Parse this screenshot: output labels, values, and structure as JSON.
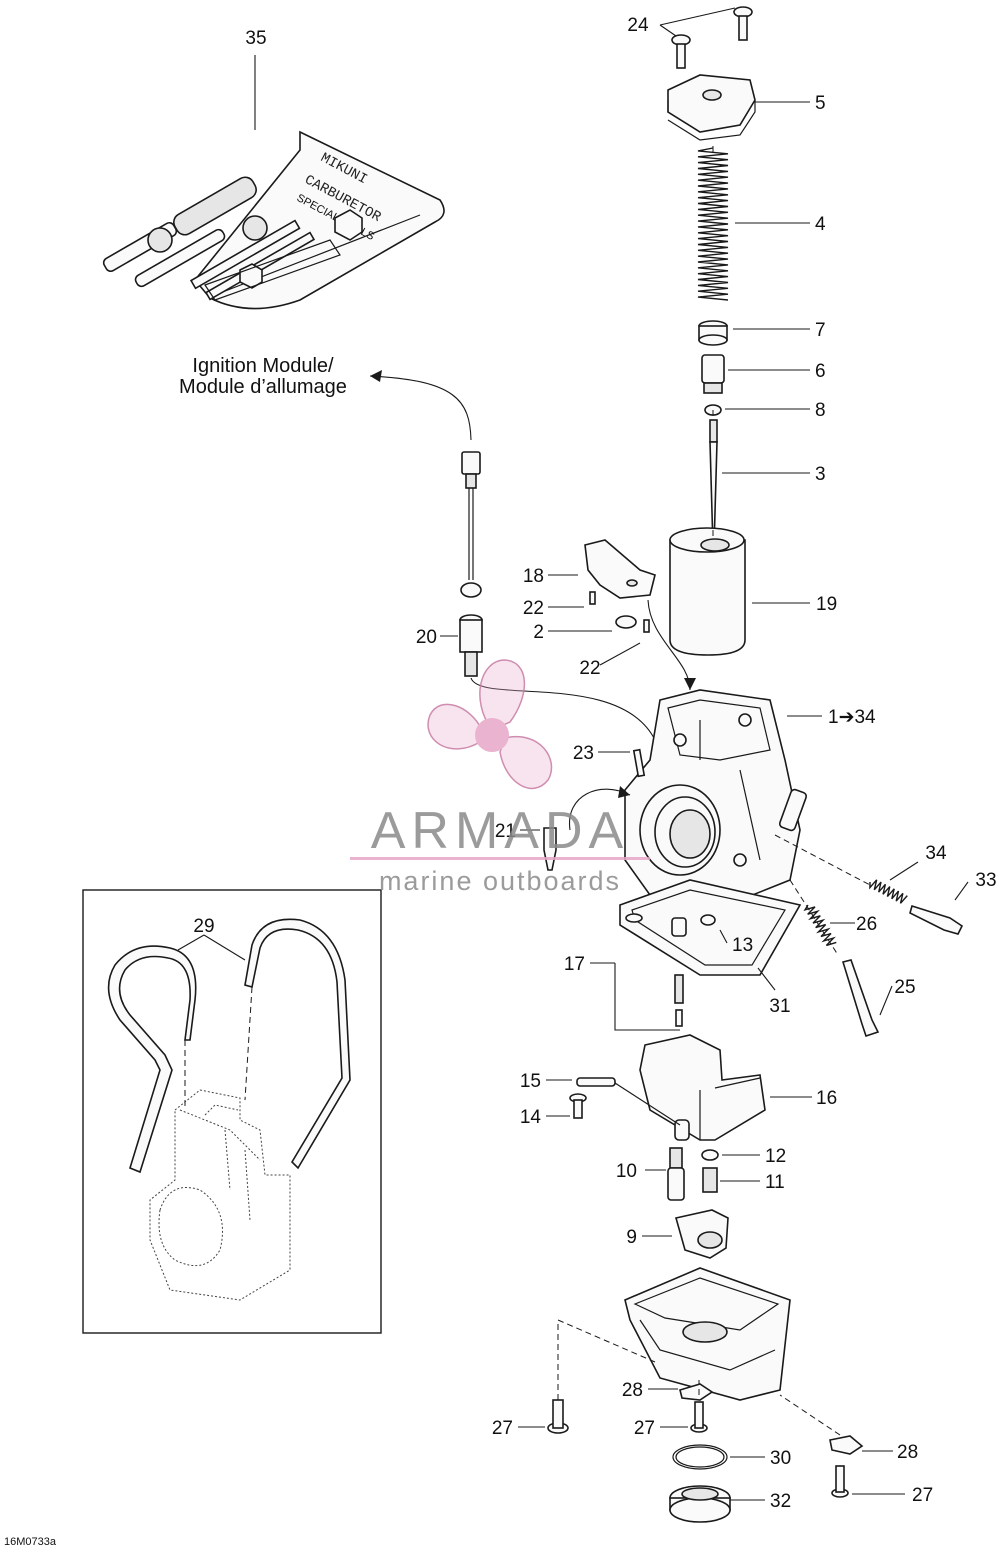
{
  "diagram": {
    "figure_code": "16M0733a",
    "callouts": {
      "p1": "1➔34",
      "p2": "2",
      "p3": "3",
      "p4": "4",
      "p5": "5",
      "p6": "6",
      "p7": "7",
      "p8": "8",
      "p9": "9",
      "p10": "10",
      "p11": "11",
      "p12": "12",
      "p13": "13",
      "p14": "14",
      "p15": "15",
      "p16": "16",
      "p17": "17",
      "p18": "18",
      "p19": "19",
      "p20": "20",
      "p21": "21",
      "p22": "22",
      "p23": "23",
      "p24": "24",
      "p25": "25",
      "p26": "26",
      "p27": "27",
      "p28": "28",
      "p29": "29",
      "p30": "30",
      "p31": "31",
      "p32": "32",
      "p33": "33",
      "p34": "34",
      "p35": "35"
    },
    "note": {
      "line1": "Ignition Module/",
      "line2": "Module d’allumage"
    },
    "tool_kit": {
      "line1": "MIKUNI",
      "line2": "CARBURETOR",
      "line3": "SPECIAL TOOLS"
    }
  },
  "watermark": {
    "brand": "ARMADA",
    "tagline": "marine outboards",
    "color": "#e7a6c7"
  }
}
